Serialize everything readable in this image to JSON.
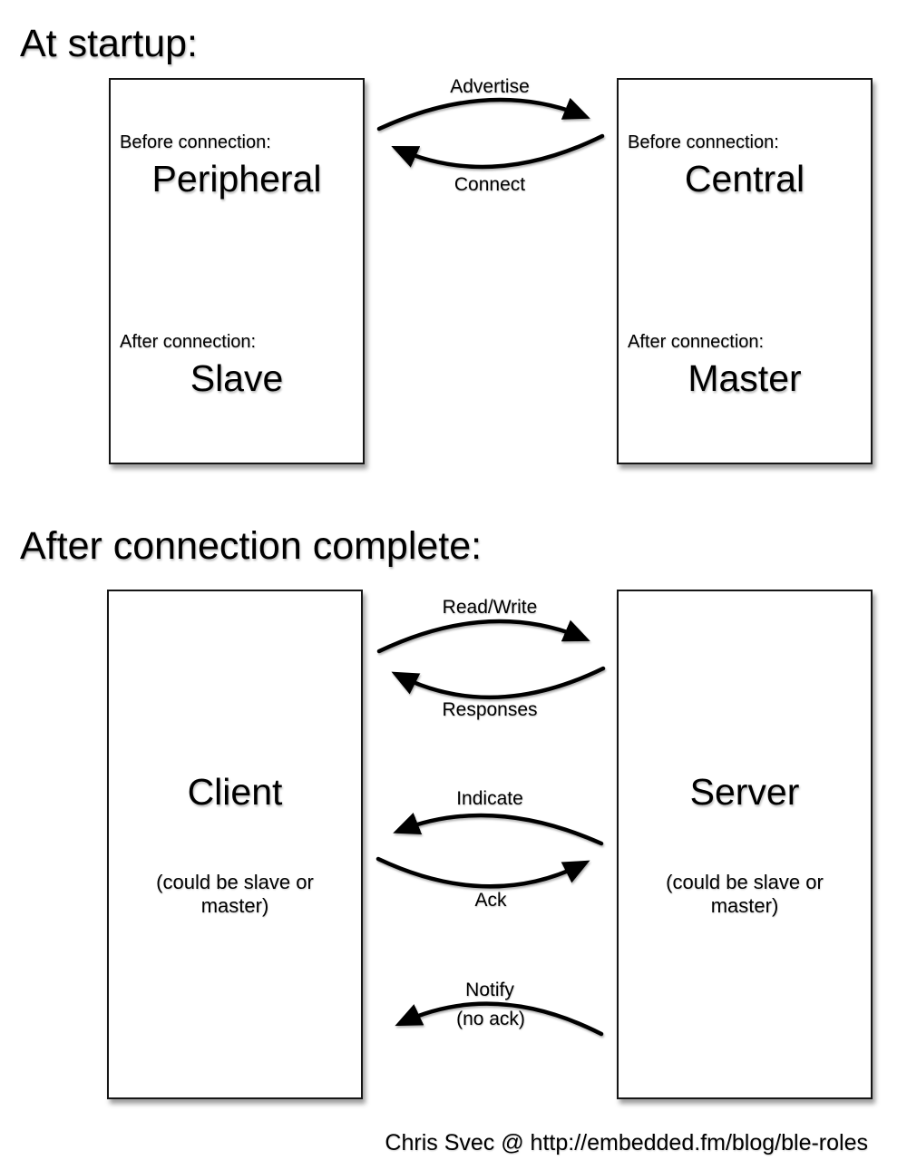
{
  "sections": [
    {
      "heading": "At startup:",
      "boxes": [
        {
          "before_label": "Before connection:",
          "before_role": "Peripheral",
          "after_label": "After connection:",
          "after_role": "Slave"
        },
        {
          "before_label": "Before connection:",
          "before_role": "Central",
          "after_label": "After connection:",
          "after_role": "Master"
        }
      ],
      "arrows": [
        {
          "label": "Advertise",
          "direction": "right"
        },
        {
          "label": "Connect",
          "direction": "left"
        }
      ]
    },
    {
      "heading": "After connection complete:",
      "boxes": [
        {
          "role": "Client",
          "note": "(could be slave or master)"
        },
        {
          "role": "Server",
          "note": "(could be slave or master)"
        }
      ],
      "arrows": [
        {
          "label": "Read/Write",
          "direction": "right"
        },
        {
          "label": "Responses",
          "direction": "left"
        },
        {
          "label": "Indicate",
          "direction": "left"
        },
        {
          "label": "Ack",
          "direction": "right"
        },
        {
          "label": "Notify",
          "sublabel": "(no ack)",
          "direction": "left"
        }
      ]
    }
  ],
  "attribution": {
    "text": "Chris Svec @ http://embedded.fm/blog/ble-roles"
  },
  "colors": {
    "ink": "#000000",
    "background": "#ffffff"
  }
}
